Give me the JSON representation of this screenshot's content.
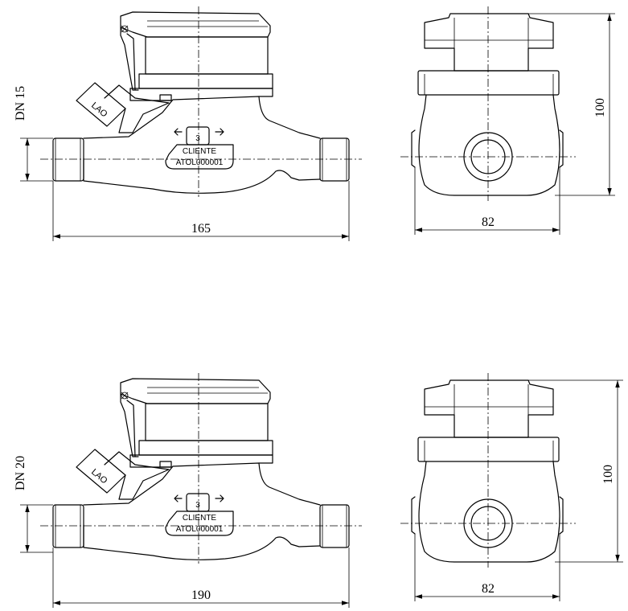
{
  "views": [
    {
      "side": {
        "dn_label": "DN 15",
        "length_label": "165",
        "logo_text": "LAO",
        "plate": {
          "number": "3",
          "client": "CLIENTE",
          "serial": "ATOL000001"
        }
      },
      "front": {
        "height_label": "100",
        "width_label": "82"
      }
    },
    {
      "side": {
        "dn_label": "DN 20",
        "length_label": "190",
        "logo_text": "LAO",
        "plate": {
          "number": "3",
          "client": "CLIENTE",
          "serial": "ATOL000001"
        }
      },
      "front": {
        "height_label": "100",
        "width_label": "82"
      }
    }
  ]
}
